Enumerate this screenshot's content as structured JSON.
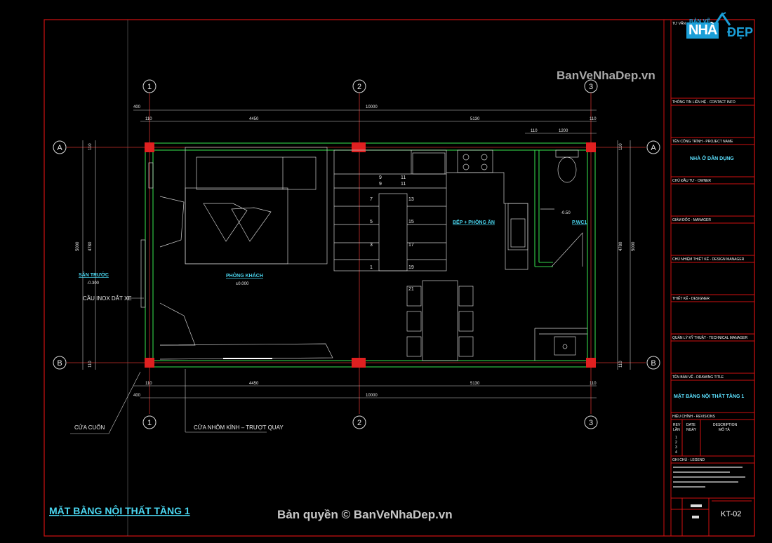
{
  "drawing": {
    "title": "MẶT BẰNG NỘI THẤT TẦNG 1",
    "axes_numbers": [
      "1",
      "2",
      "3"
    ],
    "axes_letters": [
      "A",
      "B"
    ],
    "dimensions": {
      "total_length": "10000",
      "left_bay": "4450",
      "right_bay": "5130",
      "wall_left": "110",
      "wall_right": "110",
      "offset_left": "400",
      "wc_wall": "110",
      "wc_width": "1200",
      "total_width": "5000",
      "inner_width": "4780",
      "edge_small": "110"
    },
    "rooms": {
      "front_yard": "SÂN TRƯỚC",
      "front_yard_level": "-0.300",
      "living_room": "PHÒNG KHÁCH",
      "living_room_level": "±0.000",
      "kitchen": "BẾP + PHÒNG ĂN",
      "wc": "P.WC1",
      "wc_level": "-0.50"
    },
    "stairs": [
      "1",
      "3",
      "5",
      "7",
      "9",
      "9",
      "11",
      "11",
      "13",
      "15",
      "17",
      "19",
      "21"
    ],
    "notes": {
      "ramp": "CẦU INOX DẮT XE",
      "rolling_door": "CỬA CUỐN",
      "glass_door": "CỬA NHÔM KÍNH – TRƯỢT QUAY"
    }
  },
  "title_block": {
    "consultant": "TƯ VẤN",
    "contact": "THÔNG TIN LIÊN HỆ - CONTACT INFO",
    "project_label": "TÊN CÔNG TRÌNH - PROJECT NAME",
    "project_name": "NHÀ Ở DÂN DỤNG",
    "owner_label": "CHỦ ĐẦU TƯ - OWNER",
    "manager_label": "GIÁM ĐỐC - MANAGER",
    "design_manager": "CHỦ NHIỆM THIẾT KẾ - DESIGN MANAGER",
    "designer": "THIẾT KẾ - DESIGNER",
    "technical_manager": "QUẢN LÝ KỸ THUẬT - TECHNICAL MANAGER",
    "drawing_title_label": "TÊN BẢN VẼ - DRAWING TITLE",
    "drawing_title": "MẶT BẰNG NỘI THẤT TẦNG 1",
    "revision_label": "HIỆU CHỈNH - REVISIONS",
    "rev_col": "REV",
    "rev_col2": "LẦN",
    "date_col": "DATE",
    "date_col2": "NGÀY",
    "desc_col": "DESCRIPTION",
    "desc_col2": "MÔ TẢ",
    "rev_rows": [
      "1",
      "2",
      "3",
      "4"
    ],
    "legend_label": "GHI CHÚ - LEGEND",
    "sheet_no": "KT-02"
  },
  "watermarks": {
    "top": "BanVeNhaDep.vn",
    "bottom": "Bản quyền © BanVeNhaDep.vn"
  },
  "logo": {
    "small": "BẢN VẼ",
    "main": "NHÀ",
    "suffix": "ĐẸP"
  }
}
